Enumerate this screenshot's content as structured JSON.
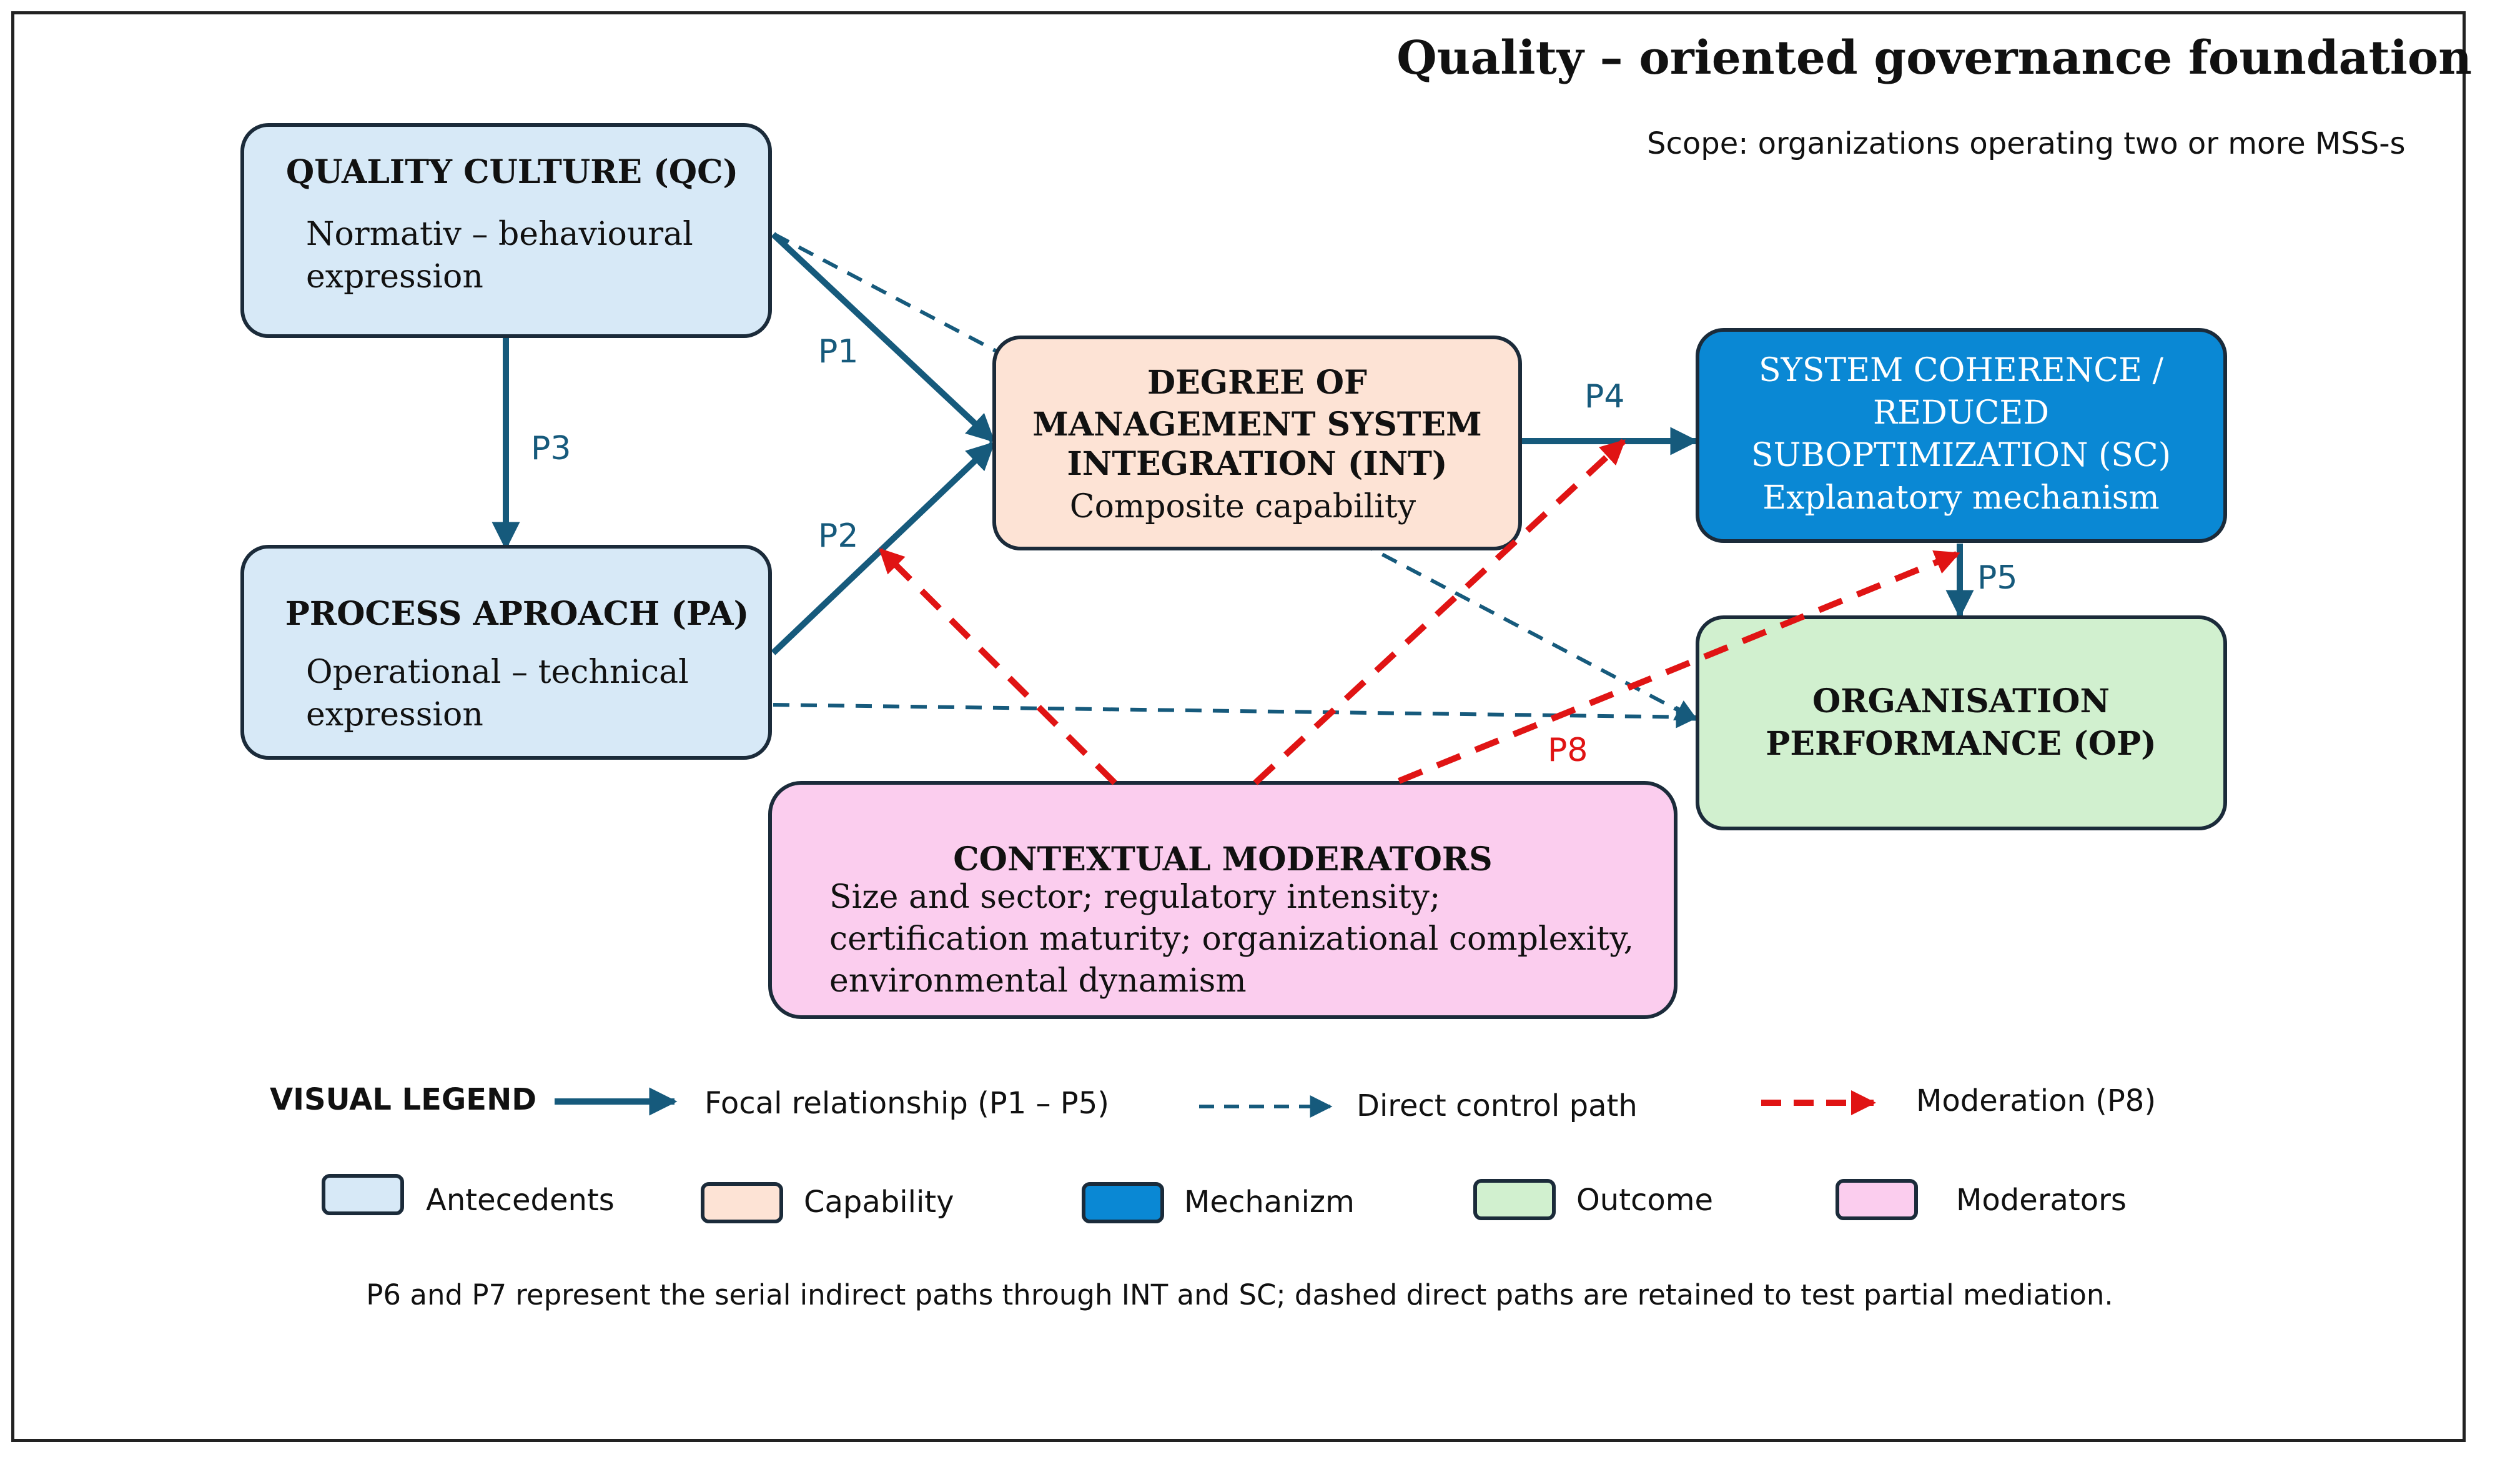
{
  "header": {
    "title": "Quality – oriented governance foundation",
    "scope": "Scope: organizations operating two or more MSS-s"
  },
  "nodes": {
    "qc": {
      "title": "QUALITY CULTURE (QC)",
      "line1": "Normativ – behavioural",
      "line2": "expression"
    },
    "pa": {
      "title": "PROCESS APROACH (PA)",
      "line1": "Operational – technical",
      "line2": "expression"
    },
    "int": {
      "title1": "DEGREE OF",
      "title2": "MANAGEMENT SYSTEM",
      "title3": "INTEGRATION (INT)",
      "line1": "Composite capability"
    },
    "sc": {
      "title1": "SYSTEM COHERENCE /",
      "title2": "REDUCED",
      "title3": "SUBOPTIMIZATION (SC)",
      "line1": "Explanatory mechanism"
    },
    "op": {
      "title1": "ORGANISATION",
      "title2": "PERFORMANCE (OP)"
    },
    "cm": {
      "title": "CONTEXTUAL MODERATORS",
      "line1": "Size and sector; regulatory intensity;",
      "line2": "certification maturity; organizational complexity,",
      "line3": "environmental dynamism"
    }
  },
  "paths": {
    "p1": "P1",
    "p2": "P2",
    "p3": "P3",
    "p4": "P4",
    "p5": "P5",
    "p8": "P8"
  },
  "legend": {
    "heading": "VISUAL LEGEND",
    "focal": "Focal relationship (P1 – P5)",
    "control": "Direct control path",
    "moderation": "Moderation (P8)",
    "antecedents": "Antecedents",
    "capability": "Capability",
    "mechanism": "Mechanizm",
    "outcome": "Outcome",
    "moderators": "Moderators"
  },
  "footnote": "P6 and P7 represent the serial indirect paths through INT and SC; dashed direct paths are retained to test partial mediation.",
  "colors": {
    "antecedent_fill": "#d7e9f7",
    "capability_fill": "#fde3d5",
    "mechanism_fill": "#0a88d4",
    "outcome_fill": "#d1f0cf",
    "moderator_fill": "#fbcdee",
    "focal_arrow": "#165a7c",
    "moderation_arrow": "#e01414",
    "border": "#1b2b3a"
  }
}
